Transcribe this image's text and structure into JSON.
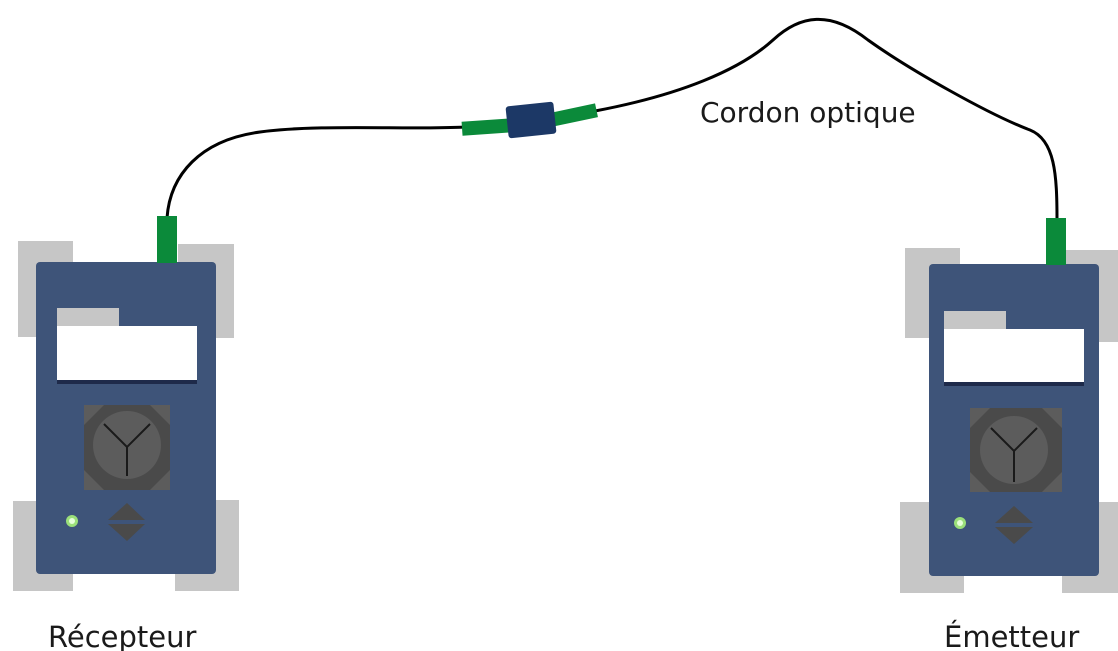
{
  "labels": {
    "receiver": "Récepteur",
    "emitter": "Émetteur",
    "cable": "Cordon optique"
  },
  "colors": {
    "device_body": "#3e5479",
    "bumper": "#c6c6c6",
    "screen": "#ffffff",
    "screen_edge": "#1e2a4a",
    "keypad_outer": "#4a4a4a",
    "keypad_inner": "#5c5c5c",
    "led": "#9be07a",
    "connector_green": "#0b8a3a",
    "coupler": "#1c3866",
    "cable": "#000000"
  },
  "icons": {
    "power_led": "led-icon",
    "navigation_pad": "dpad-icon",
    "scroll_arrows": "up-down-arrows-icon"
  }
}
